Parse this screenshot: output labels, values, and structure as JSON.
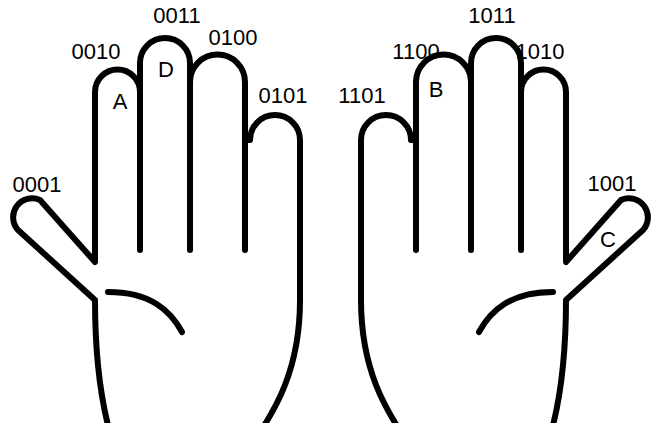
{
  "diagram": {
    "labels": [
      "0001",
      "0010",
      "0011",
      "0100",
      "0101",
      "A",
      "D",
      "1101",
      "1100",
      "1011",
      "1010",
      "B",
      "1001",
      "C"
    ]
  }
}
